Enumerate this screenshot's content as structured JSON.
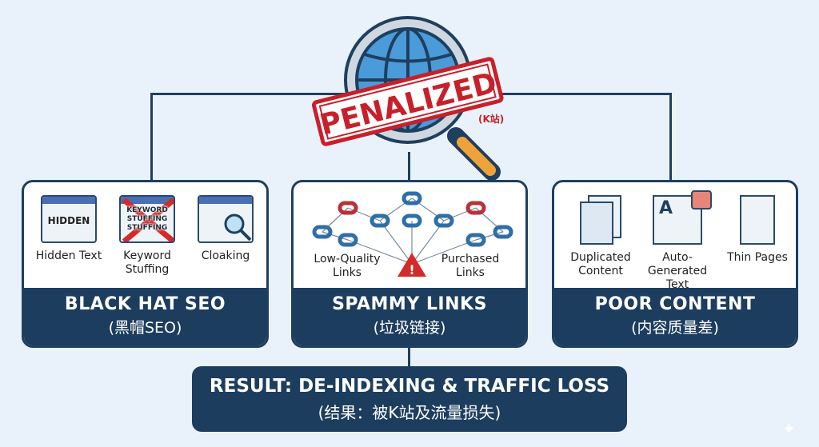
{
  "stamp": {
    "text": "PENALIZED",
    "sub": "(K站)"
  },
  "cards": [
    {
      "title": "BLACK HAT SEO",
      "subtitle": "(黑帽SEO)",
      "items": [
        {
          "label": "Hidden Text",
          "icon_text": "HIDDEN"
        },
        {
          "label": "Keyword Stuffing",
          "icon_text": "KEYWORD STUFFING STUFFING"
        },
        {
          "label": "Cloaking"
        }
      ]
    },
    {
      "title": "SPAMMY LINKS",
      "subtitle": "(垃圾链接)",
      "items": [
        {
          "label": "Low-Quality Links"
        },
        {
          "label": "Purchased Links"
        }
      ]
    },
    {
      "title": "POOR CONTENT",
      "subtitle": "(内容质量差)",
      "items": [
        {
          "label": "Duplicated Content"
        },
        {
          "label": "Auto-Generated Text",
          "icon_text": "A"
        },
        {
          "label": "Thin Pages"
        }
      ]
    }
  ],
  "result": {
    "title": "RESULT: DE-INDEXING & TRAFFIC LOSS",
    "subtitle": "(结果：被K站及流量损失)"
  },
  "colors": {
    "navy": "#1c3d5e",
    "stamp_red": "#c8202a",
    "globe": "#4a9bd8",
    "handle": "#f0a23a"
  }
}
